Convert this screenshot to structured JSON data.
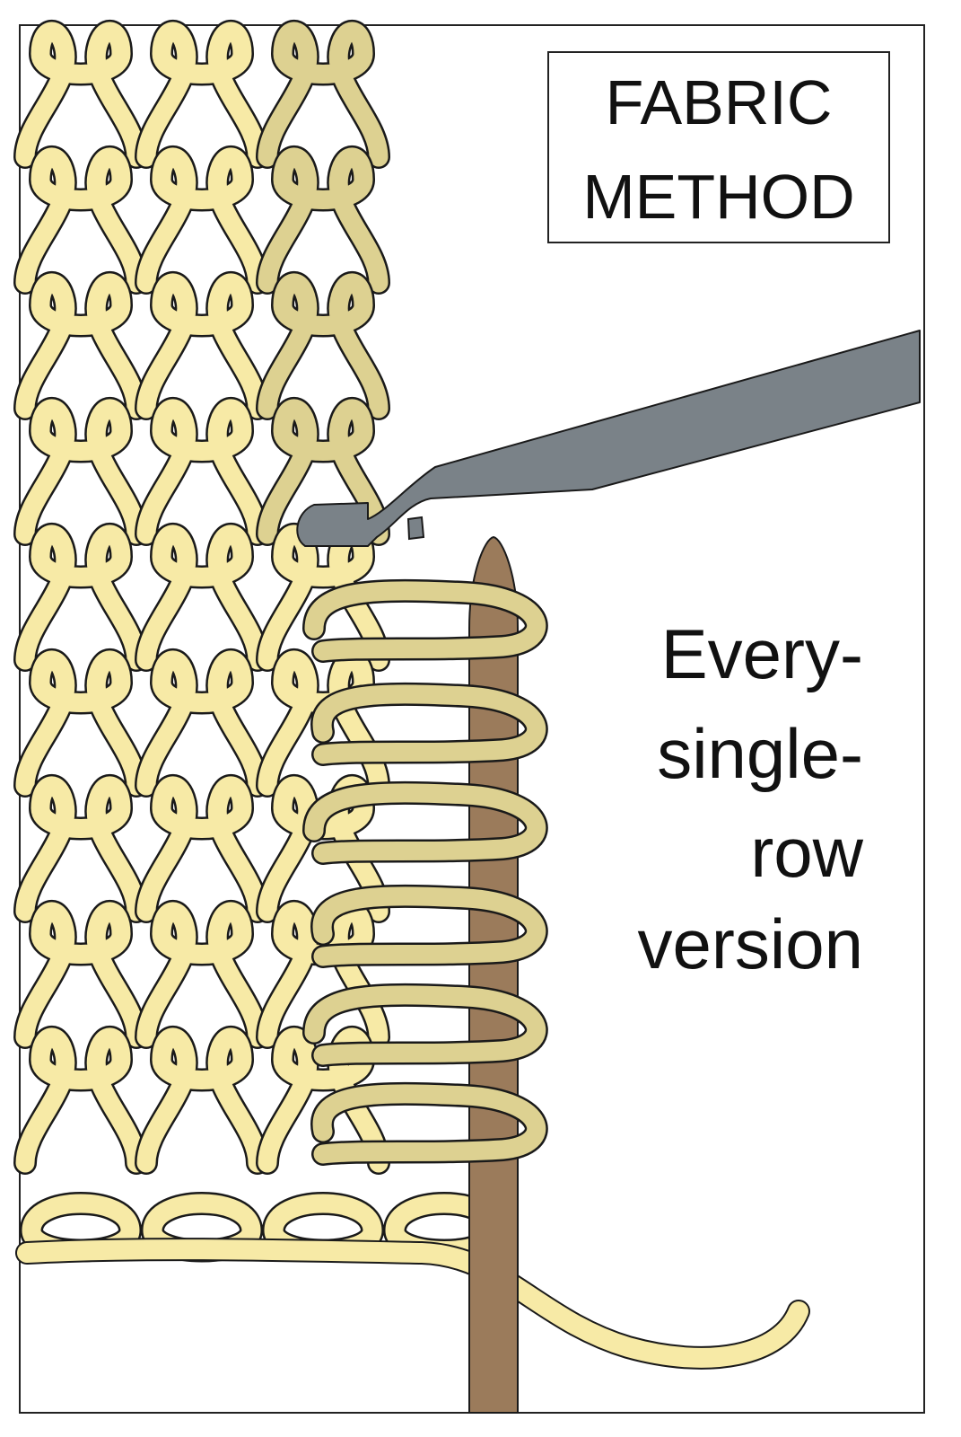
{
  "title_box": {
    "line1": "FABRIC",
    "line2": "METHOD"
  },
  "caption": {
    "line1": "Every-",
    "line2": "single-",
    "line3": "row",
    "line4": "version"
  },
  "colors": {
    "yarn_fill": "#f7eaa6",
    "yarn_shadow": "#ddd191",
    "outline": "#1a1a1a",
    "hook": "#7a8288",
    "needle": "#9b7b5b",
    "background": "#ffffff"
  },
  "icons": {
    "hook": "crochet-hook-icon",
    "needle": "knitting-needle-icon"
  }
}
